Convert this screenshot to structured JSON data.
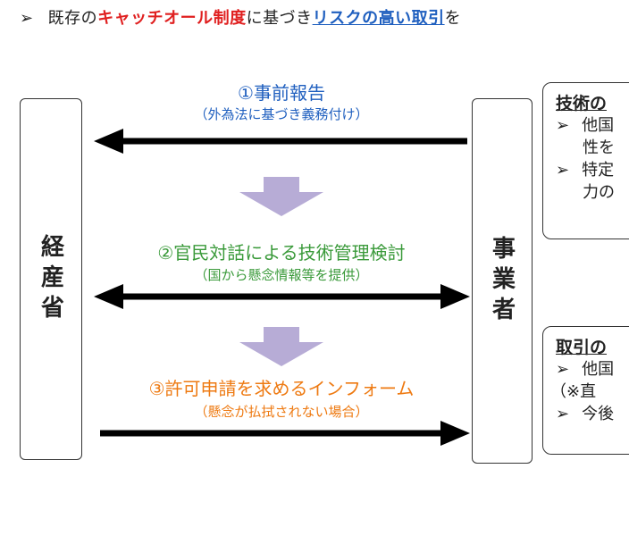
{
  "header": {
    "bullet": "➢",
    "prefix": "既存の",
    "highlight_red": "キャッチオール制度",
    "middle": "に基づき",
    "highlight_blue": "リスクの高い取引",
    "suffix": "を"
  },
  "left_entity": {
    "label": "経産省"
  },
  "right_entity": {
    "label": "事業者"
  },
  "steps": [
    {
      "title": "①事前報告",
      "subtitle": "（外為法に基づき義務付け）",
      "direction": "right-to-left"
    },
    {
      "title": "②官民対話による技術管理検討",
      "subtitle": "（国から懸念情報等を提供）",
      "direction": "bidirectional"
    },
    {
      "title": "③許可申請を求めるインフォーム",
      "subtitle": "（懸念が払拭されない場合）",
      "direction": "left-to-right"
    }
  ],
  "side_boxes": [
    {
      "title": "技術の",
      "lines": [
        {
          "bullet": "➢",
          "text": "他国"
        },
        {
          "bullet": "",
          "text": "性を"
        },
        {
          "bullet": "➢",
          "text": "特定"
        },
        {
          "bullet": "",
          "text": "力の"
        }
      ]
    },
    {
      "title": "取引の",
      "lines": [
        {
          "bullet": "➢",
          "text": "他国"
        },
        {
          "bullet": "",
          "text": "（※直"
        },
        {
          "bullet": "➢",
          "text": "今後"
        }
      ]
    }
  ],
  "colors": {
    "step1": "#1f5fbf",
    "step2": "#3a9a3a",
    "step3": "#ee7a12",
    "red_highlight": "#e02020",
    "blue_highlight": "#1f5fbf",
    "down_arrow": "#b7acd6",
    "arrow": "#000000"
  }
}
